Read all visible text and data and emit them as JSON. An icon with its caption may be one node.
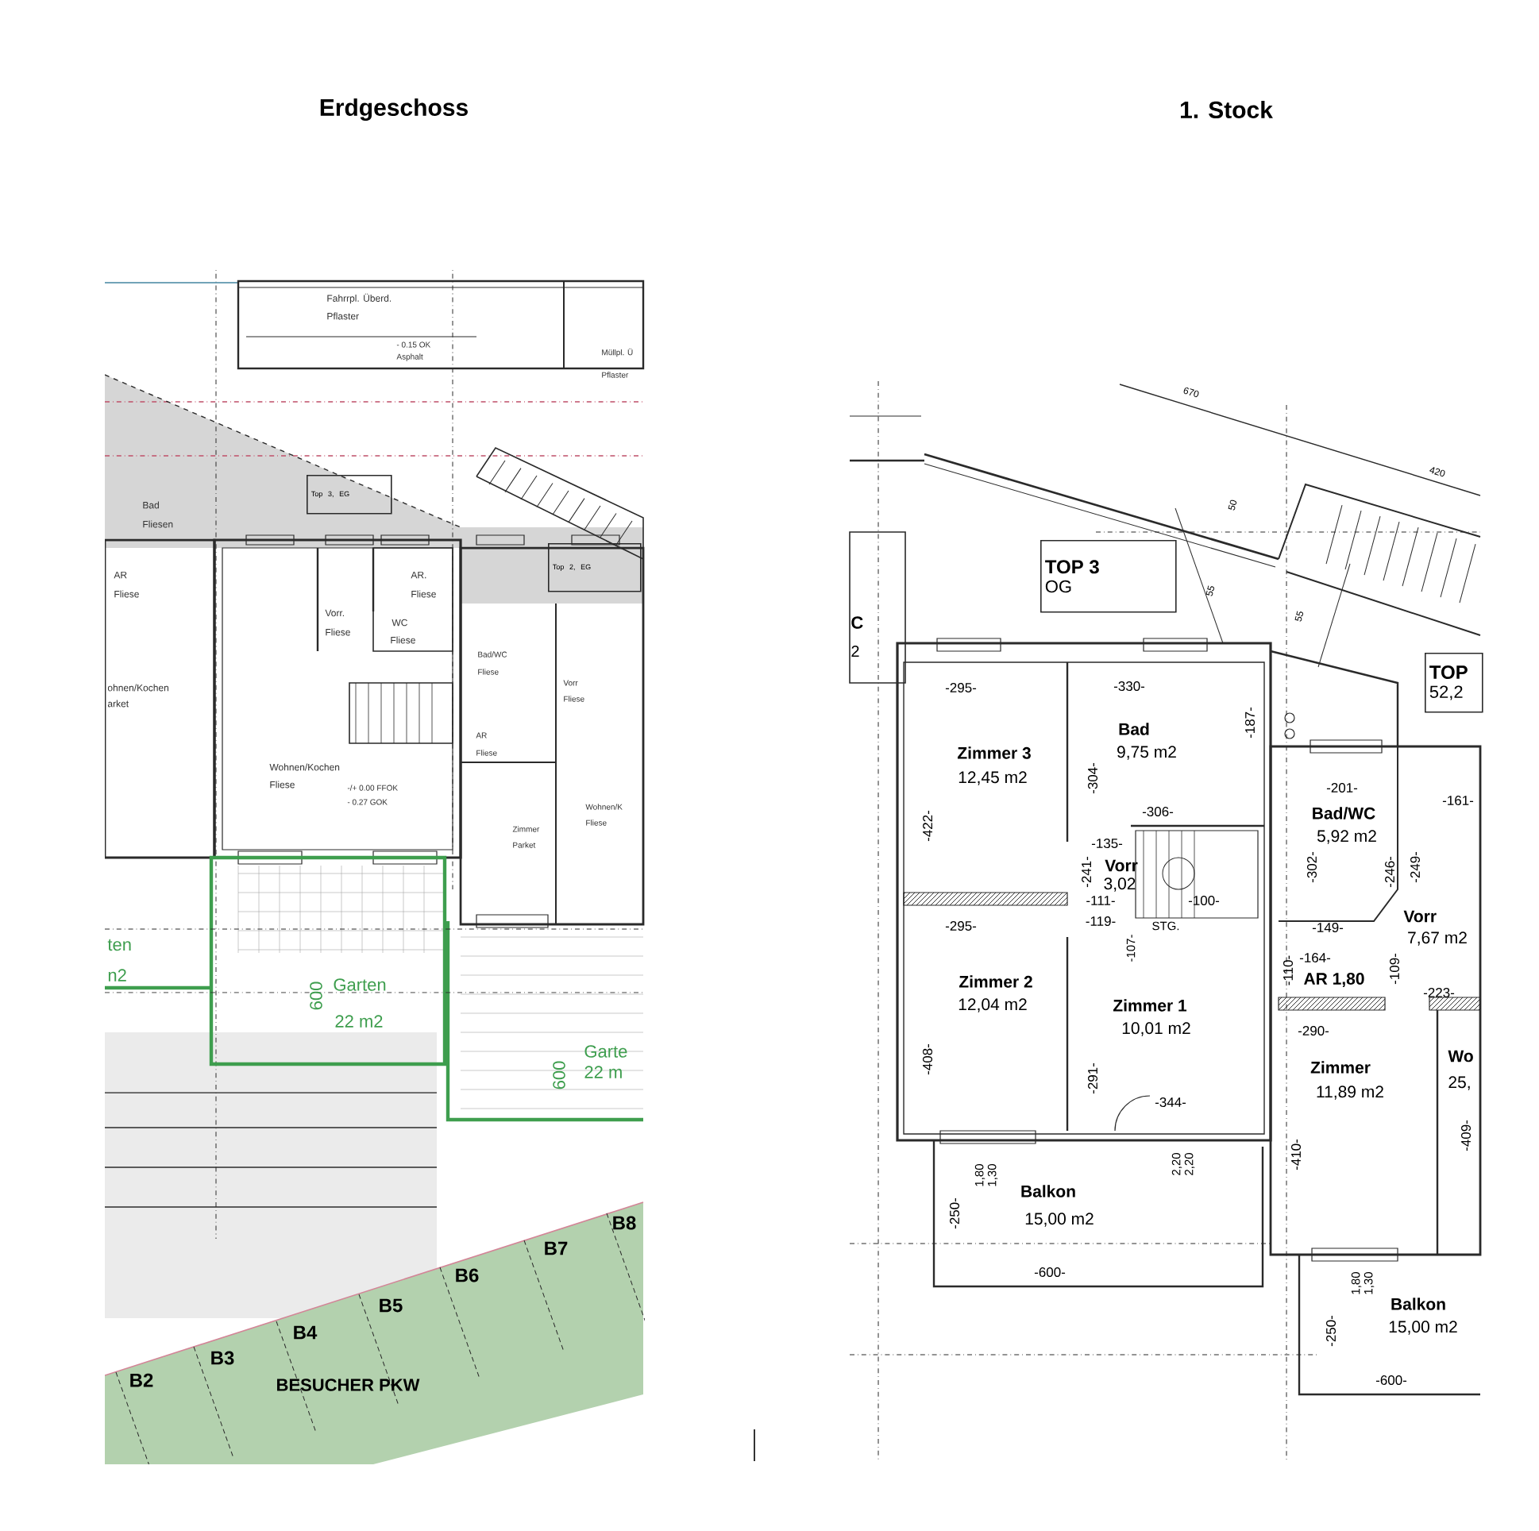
{
  "diagram": {
    "nodes": [
      {
        "text": [
          "Top 3, EG"
        ]
      },
      {
        "text": [
          "Top 2, EG"
        ]
      },
      {
        "text": [
          "TOP 3",
          "OG"
        ]
      },
      {
        "text": [
          "TOP",
          "52,2"
        ]
      }
    ],
    "labels": [
      "Erdgeschoss",
      "1. Stock",
      "Fahrrpl. Überd.",
      "Pflaster",
      "- 0.15 OK",
      "Asphalt",
      "Müllpl. Ü",
      "Pflaster",
      "Bad",
      "Fliesen",
      "AR",
      "Fliese",
      "AR.",
      "Fliese",
      "Vorr.",
      "Fliese",
      "WC",
      "Fliese",
      "ohnen/Kochen",
      "arket",
      "Wohnen/Kochen",
      "Fliese",
      "-/+ 0.00 FFOK",
      "- 0.27 GOK",
      "Bad/WC",
      "Fliese",
      "Vorr",
      "Fliese",
      "AR",
      "Fliese",
      "Zimmer",
      "Parket",
      "Wohnen/K",
      "Fliese",
      "ten",
      "n2",
      "600",
      "Garten",
      "22 m2",
      "600",
      "Garte",
      "22 m",
      "B2",
      "B3",
      "B4",
      "B5",
      "B6",
      "B7",
      "B8",
      "BESUCHER PKW",
      "C",
      "2",
      "670",
      "420",
      "50",
      "55",
      "55",
      "-295-",
      "-330-",
      "Zimmer 3",
      "12,45 m2",
      "Bad",
      "9,75 m2",
      "-187-",
      "-422-",
      "-304-",
      "-306-",
      "-135-",
      "Vorr",
      "3,02",
      "-241-",
      "-111-",
      "-119-",
      "-100-",
      "STG.",
      "-107-",
      "-295-",
      "Zimmer 2",
      "12,04 m2",
      "Zimmer 1",
      "10,01 m2",
      "-408-",
      "-291-",
      "-344-",
      "-201-",
      "-161-",
      "Bad/WC",
      "5,92 m2",
      "-302-",
      "-246-",
      "-249-",
      "Vorr",
      "7,67 m2",
      "-149-",
      "-164-",
      "-110-",
      "AR 1,80",
      "-109-",
      "-223-",
      "-290-",
      "Zimmer",
      "11,89 m2",
      "Wo",
      "25,",
      "-410-",
      "-409-",
      "1,80",
      "1,30",
      "2,20",
      "2,20",
      "Balkon",
      "15,00 m2",
      "-250-",
      "-600-",
      "1,80",
      "1,30",
      "Balkon",
      "15,00 m2",
      "-250-",
      "-600-"
    ]
  }
}
